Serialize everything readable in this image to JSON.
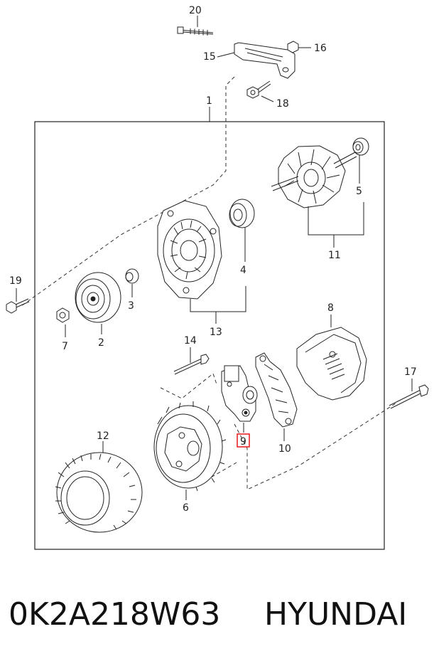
{
  "callouts": {
    "c1": "1",
    "c2": "2",
    "c3": "3",
    "c4": "4",
    "c5": "5",
    "c6": "6",
    "c7": "7",
    "c8": "8",
    "c9": "9",
    "c10": "10",
    "c11": "11",
    "c12": "12",
    "c13": "13",
    "c14": "14",
    "c15": "15",
    "c16": "16",
    "c17": "17",
    "c18": "18",
    "c19": "19",
    "c20": "20"
  },
  "highlight_color": "#e8262a",
  "caption": {
    "part_number": "0K2A218W63",
    "brand": "HYUNDAI"
  }
}
